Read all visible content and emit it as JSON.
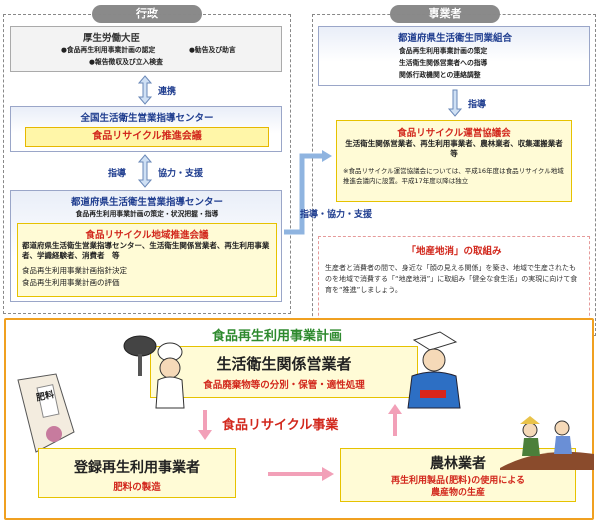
{
  "header": {
    "admin_label": "行政",
    "operator_label": "事業者"
  },
  "left": {
    "mhlw": {
      "title": "厚生労働大臣",
      "line1_a": "●食品再生利用事業計画の認定",
      "line1_b": "●勧告及び助言",
      "line2": "●報告徴収及び立入検査"
    },
    "link_label": "連携",
    "national": {
      "title": "全国生活衛生営業指導センター",
      "meeting": "食品リサイクル推進会議"
    },
    "guidance_label": "指導",
    "coop_label": "協力・支援",
    "prefectural": {
      "title": "都道府県生活衛生営業指導センター",
      "subtitle": "食品再生利用事業計画の策定・状況把握・指導",
      "meeting": "食品リサイクル地域推進会議",
      "members": "都道府県生活衛生営業指導センター、生活衛生関係営業者、再生利用事業者、学識経験者、消費者　等",
      "item1": "食品再生利用事業計画指針決定",
      "item2": "食品再生利用事業計画の評価"
    }
  },
  "right": {
    "union": {
      "title": "都道府県生活衛生同業組合",
      "line1": "食品再生利用事業計画の策定",
      "line2": "生活衛生関係営業者への指導",
      "line3": "関係行政機関との連絡調整"
    },
    "guidance_label": "指導",
    "meeting": {
      "title": "食品リサイクル運営協議会",
      "members": "生活衛生関係営業者、再生利用事業者、農林業者、収集運搬業者　等",
      "note": "※食品リサイクル運営協議会については、平成16年度は食品リサイクル地域推進会議内に設置。平成17年度以降は独立"
    },
    "support_label": "指導・協力・支援",
    "local": {
      "title": "「地産地消」の取組み",
      "text": "生産者と消費者の間で、身近な「顔の見える関係」を築き、地域で生産されたものを地域で消費する「“地産地消”」に取組み「健全な食生活」の実現に向けて食育を“推進”しましょう。"
    }
  },
  "bottom": {
    "plan_title": "食品再生利用事業計画",
    "operator": {
      "title": "生活衛生関係営業者",
      "sub": "食品廃棄物等の分別・保管・適性処理"
    },
    "recycle_label": "食品リサイクル事業",
    "registered": {
      "title": "登録再生利用事業者",
      "sub": "肥料の製造"
    },
    "farmer": {
      "title": "農林業者",
      "sub1": "再生利用製品(肥料)の使用による",
      "sub2": "農産物の生産"
    },
    "fertilizer_bag": "肥料"
  },
  "colors": {
    "navy": "#1f3d8f",
    "red": "#d2281d",
    "yellow": "#fff6a8",
    "pink": "#fce2ea",
    "orange_border": "#f0a020"
  }
}
